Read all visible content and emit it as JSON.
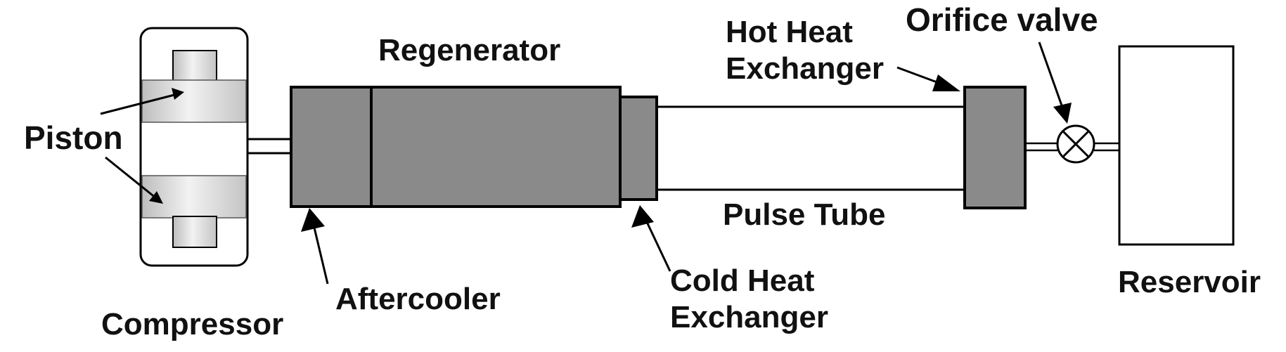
{
  "labels": {
    "piston": "Piston",
    "compressor": "Compressor",
    "regenerator": "Regenerator",
    "aftercooler": "Aftercooler",
    "cold_hx_line1": "Cold Heat",
    "cold_hx_line2": "Exchanger",
    "hot_hx_line1": "Hot Heat",
    "hot_hx_line2": "Exchanger",
    "pulse_tube": "Pulse Tube",
    "orifice_valve": "Orifice valve",
    "reservoir": "Reservoir"
  },
  "colors": {
    "component_fill": "#8a8a8a",
    "piston_light": "#e6e6e6",
    "outline": "#000000",
    "background": "#ffffff"
  }
}
